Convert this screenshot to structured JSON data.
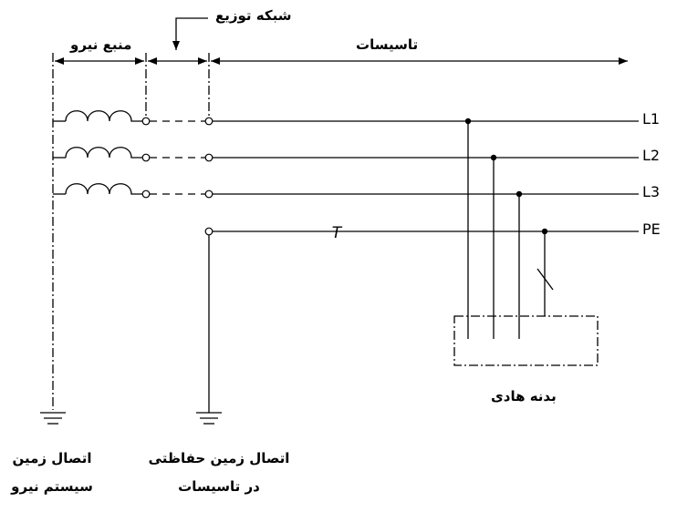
{
  "labels": {
    "power_source": "منبع نیرو",
    "distribution_network": "شبکه توزیع",
    "installations": "تاسیسات",
    "conductive_body": "بدنه هادی",
    "system_earth_line1": "اتصال زمین",
    "system_earth_line2": "سیستم نیرو",
    "protective_earth_line1": "اتصال زمین حفاظتی",
    "protective_earth_line2": "در تاسیسات",
    "pe_mark": "T"
  },
  "conductors": [
    "L1",
    "L2",
    "L3",
    "PE"
  ],
  "colors": {
    "ink": "#000000",
    "background": "#ffffff"
  }
}
